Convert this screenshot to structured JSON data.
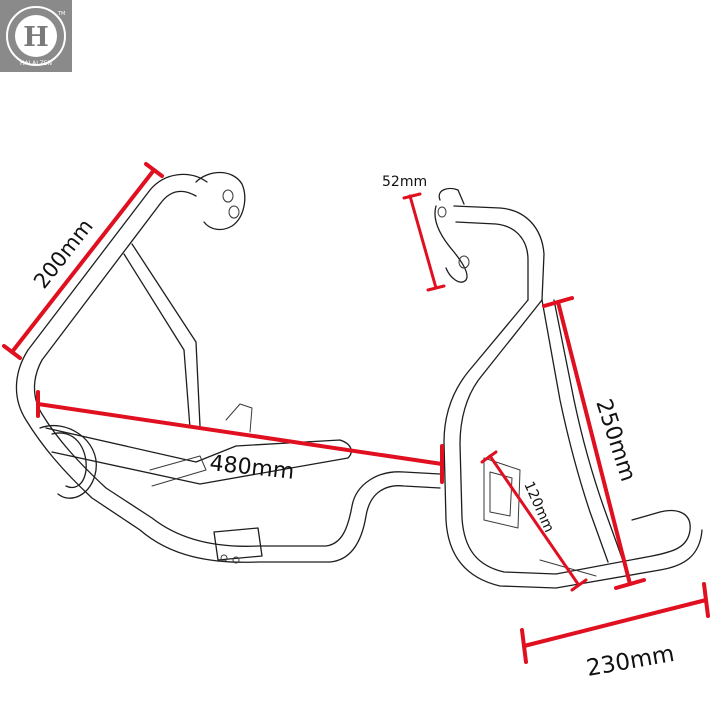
{
  "brand": {
    "logo_letter": "H",
    "logo_wordmark": "HALALZEN",
    "logo_tm": "TM"
  },
  "dimensions": {
    "top_left": "200mm",
    "width_main": "480mm",
    "mount_height": "52mm",
    "side_height": "250mm",
    "brace": "120mm",
    "bottom": "230mm"
  },
  "colors": {
    "dimension_line": "#e01020",
    "logo_background": "#8a8a8a",
    "frame_outline": "#1e1e1e"
  }
}
